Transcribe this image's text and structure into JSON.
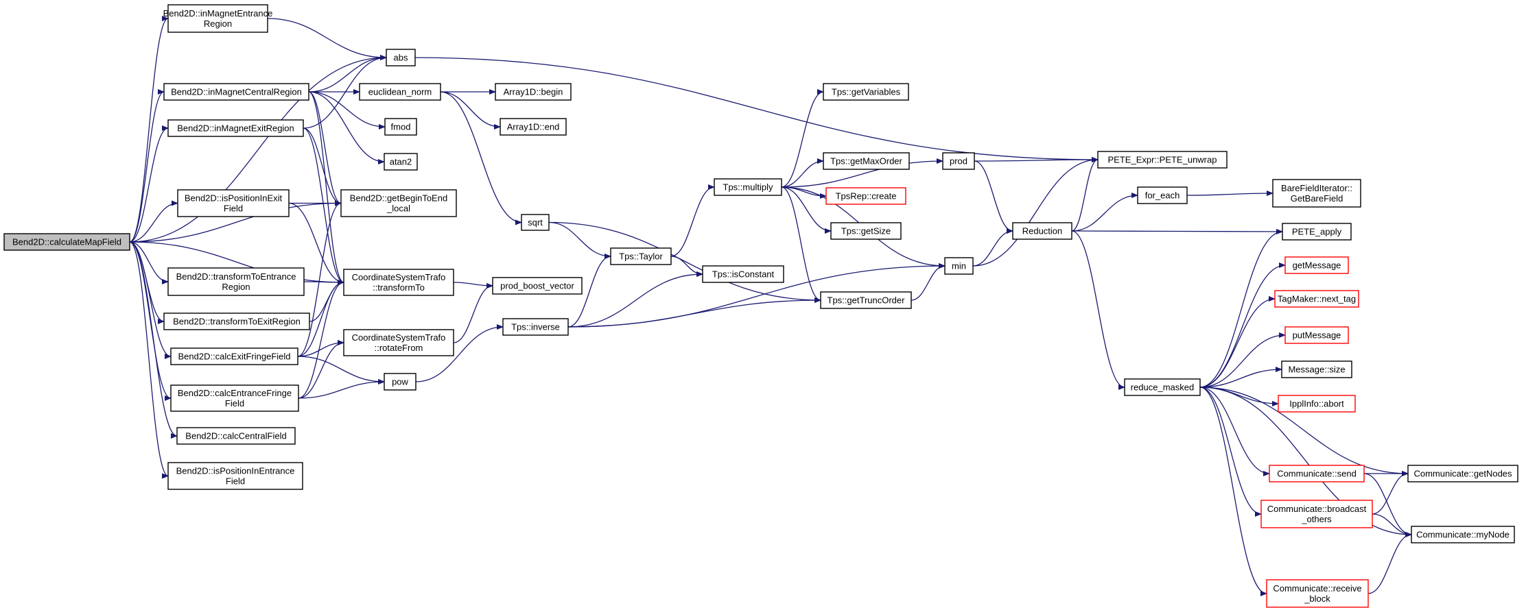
{
  "colors": {
    "edge": "#191970",
    "node_border": "#000000",
    "highlight_border": "#ff0000",
    "root_fill": "#bfbfbf",
    "node_fill": "#ffffff"
  },
  "nodes": [
    {
      "id": "calculateMapField",
      "lines": [
        "Bend2D::calculateMapField"
      ],
      "root": true
    },
    {
      "id": "inMagnetEntranceRegion",
      "lines": [
        "Bend2D::inMagnetEntrance",
        "Region"
      ]
    },
    {
      "id": "inMagnetCentralRegion",
      "lines": [
        "Bend2D::inMagnetCentralRegion"
      ]
    },
    {
      "id": "inMagnetExitRegion",
      "lines": [
        "Bend2D::inMagnetExitRegion"
      ]
    },
    {
      "id": "isPositionInExitField",
      "lines": [
        "Bend2D::isPositionInExit",
        "Field"
      ]
    },
    {
      "id": "transformToEntranceRegion",
      "lines": [
        "Bend2D::transformToEntrance",
        "Region"
      ]
    },
    {
      "id": "transformToExitRegion",
      "lines": [
        "Bend2D::transformToExitRegion"
      ]
    },
    {
      "id": "calcExitFringeField",
      "lines": [
        "Bend2D::calcExitFringeField"
      ]
    },
    {
      "id": "calcEntranceFringeField",
      "lines": [
        "Bend2D::calcEntranceFringe",
        "Field"
      ]
    },
    {
      "id": "calcCentralField",
      "lines": [
        "Bend2D::calcCentralField"
      ]
    },
    {
      "id": "isPositionInEntranceField",
      "lines": [
        "Bend2D::isPositionInEntrance",
        "Field"
      ]
    },
    {
      "id": "abs",
      "lines": [
        "abs"
      ]
    },
    {
      "id": "euclidean_norm",
      "lines": [
        "euclidean_norm"
      ]
    },
    {
      "id": "fmod",
      "lines": [
        "fmod"
      ]
    },
    {
      "id": "atan2",
      "lines": [
        "atan2"
      ]
    },
    {
      "id": "getBeginToEnd_local",
      "lines": [
        "Bend2D::getBeginToEnd",
        "_local"
      ]
    },
    {
      "id": "transformTo",
      "lines": [
        "CoordinateSystemTrafo",
        "::transformTo"
      ]
    },
    {
      "id": "rotateFrom",
      "lines": [
        "CoordinateSystemTrafo",
        "::rotateFrom"
      ]
    },
    {
      "id": "pow",
      "lines": [
        "pow"
      ]
    },
    {
      "id": "prod_boost_vector",
      "lines": [
        "prod_boost_vector"
      ]
    },
    {
      "id": "Array1D_begin",
      "lines": [
        "Array1D::begin"
      ]
    },
    {
      "id": "Array1D_end",
      "lines": [
        "Array1D::end"
      ]
    },
    {
      "id": "sqrt",
      "lines": [
        "sqrt"
      ]
    },
    {
      "id": "Tps_Taylor",
      "lines": [
        "Tps::Taylor"
      ]
    },
    {
      "id": "Tps_inverse",
      "lines": [
        "Tps::inverse"
      ]
    },
    {
      "id": "Tps_multiply",
      "lines": [
        "Tps::multiply"
      ]
    },
    {
      "id": "Tps_isConstant",
      "lines": [
        "Tps::isConstant"
      ]
    },
    {
      "id": "Tps_getVariables",
      "lines": [
        "Tps::getVariables"
      ]
    },
    {
      "id": "Tps_getMaxOrder",
      "lines": [
        "Tps::getMaxOrder"
      ]
    },
    {
      "id": "TpsRep_create",
      "lines": [
        "TpsRep::create"
      ],
      "highlight": true
    },
    {
      "id": "Tps_getSize",
      "lines": [
        "Tps::getSize"
      ]
    },
    {
      "id": "Tps_getTruncOrder",
      "lines": [
        "Tps::getTruncOrder"
      ]
    },
    {
      "id": "prod",
      "lines": [
        "prod"
      ]
    },
    {
      "id": "min",
      "lines": [
        "min"
      ]
    },
    {
      "id": "Reduction",
      "lines": [
        "Reduction"
      ]
    },
    {
      "id": "PETE_unwrap",
      "lines": [
        "PETE_Expr::PETE_unwrap"
      ]
    },
    {
      "id": "for_each",
      "lines": [
        "for_each"
      ]
    },
    {
      "id": "GetBareField",
      "lines": [
        "BareFieldIterator::",
        "GetBareField"
      ]
    },
    {
      "id": "PETE_apply",
      "lines": [
        "PETE_apply"
      ]
    },
    {
      "id": "reduce_masked",
      "lines": [
        "reduce_masked"
      ]
    },
    {
      "id": "getMessage",
      "lines": [
        "getMessage"
      ],
      "highlight": true
    },
    {
      "id": "next_tag",
      "lines": [
        "TagMaker::next_tag"
      ],
      "highlight": true
    },
    {
      "id": "putMessage",
      "lines": [
        "putMessage"
      ],
      "highlight": true
    },
    {
      "id": "Message_size",
      "lines": [
        "Message::size"
      ]
    },
    {
      "id": "IpplInfo_abort",
      "lines": [
        "IpplInfo::abort"
      ],
      "highlight": true
    },
    {
      "id": "Communicate_send",
      "lines": [
        "Communicate::send"
      ],
      "highlight": true
    },
    {
      "id": "broadcast_others",
      "lines": [
        "Communicate::broadcast",
        "_others"
      ],
      "highlight": true
    },
    {
      "id": "receive_block",
      "lines": [
        "Communicate::receive",
        "_block"
      ],
      "highlight": true
    },
    {
      "id": "getNodes",
      "lines": [
        "Communicate::getNodes"
      ]
    },
    {
      "id": "myNode",
      "lines": [
        "Communicate::myNode"
      ]
    }
  ],
  "edges": [
    [
      "calculateMapField",
      "inMagnetEntranceRegion"
    ],
    [
      "calculateMapField",
      "abs"
    ],
    [
      "calculateMapField",
      "inMagnetCentralRegion"
    ],
    [
      "calculateMapField",
      "inMagnetExitRegion"
    ],
    [
      "calculateMapField",
      "getBeginToEnd_local"
    ],
    [
      "calculateMapField",
      "isPositionInExitField"
    ],
    [
      "calculateMapField",
      "transformTo"
    ],
    [
      "calculateMapField",
      "transformToEntranceRegion"
    ],
    [
      "calculateMapField",
      "transformToExitRegion"
    ],
    [
      "calculateMapField",
      "calcExitFringeField"
    ],
    [
      "calculateMapField",
      "calcEntranceFringeField"
    ],
    [
      "calculateMapField",
      "calcCentralField"
    ],
    [
      "calculateMapField",
      "isPositionInEntranceField"
    ],
    [
      "inMagnetEntranceRegion",
      "abs"
    ],
    [
      "inMagnetCentralRegion",
      "abs"
    ],
    [
      "inMagnetCentralRegion",
      "euclidean_norm"
    ],
    [
      "inMagnetCentralRegion",
      "fmod"
    ],
    [
      "inMagnetCentralRegion",
      "atan2"
    ],
    [
      "inMagnetCentralRegion",
      "getBeginToEnd_local"
    ],
    [
      "inMagnetCentralRegion",
      "transformTo"
    ],
    [
      "inMagnetExitRegion",
      "abs"
    ],
    [
      "inMagnetExitRegion",
      "getBeginToEnd_local"
    ],
    [
      "inMagnetExitRegion",
      "transformTo"
    ],
    [
      "isPositionInExitField",
      "getBeginToEnd_local"
    ],
    [
      "isPositionInExitField",
      "transformTo"
    ],
    [
      "transformToEntranceRegion",
      "transformTo"
    ],
    [
      "transformToExitRegion",
      "transformTo"
    ],
    [
      "calcExitFringeField",
      "getBeginToEnd_local"
    ],
    [
      "calcExitFringeField",
      "transformTo"
    ],
    [
      "calcExitFringeField",
      "rotateFrom"
    ],
    [
      "calcExitFringeField",
      "pow"
    ],
    [
      "calcEntranceFringeField",
      "transformTo"
    ],
    [
      "calcEntranceFringeField",
      "rotateFrom"
    ],
    [
      "calcEntranceFringeField",
      "pow"
    ],
    [
      "abs",
      "PETE_unwrap"
    ],
    [
      "euclidean_norm",
      "Array1D_begin"
    ],
    [
      "euclidean_norm",
      "Array1D_end"
    ],
    [
      "euclidean_norm",
      "sqrt"
    ],
    [
      "transformTo",
      "prod_boost_vector"
    ],
    [
      "rotateFrom",
      "prod_boost_vector"
    ],
    [
      "pow",
      "Tps_inverse"
    ],
    [
      "sqrt",
      "Tps_Taylor"
    ],
    [
      "sqrt",
      "Tps_getTruncOrder"
    ],
    [
      "Tps_inverse",
      "Tps_Taylor"
    ],
    [
      "Tps_inverse",
      "Tps_isConstant"
    ],
    [
      "Tps_inverse",
      "Tps_getTruncOrder"
    ],
    [
      "Tps_inverse",
      "min"
    ],
    [
      "Tps_Taylor",
      "Tps_multiply"
    ],
    [
      "Tps_Taylor",
      "Tps_isConstant"
    ],
    [
      "Tps_multiply",
      "Tps_getVariables"
    ],
    [
      "Tps_multiply",
      "prod"
    ],
    [
      "Tps_multiply",
      "Tps_getMaxOrder"
    ],
    [
      "Tps_multiply",
      "TpsRep_create"
    ],
    [
      "Tps_multiply",
      "Tps_getSize"
    ],
    [
      "Tps_multiply",
      "Tps_getTruncOrder"
    ],
    [
      "Tps_multiply",
      "min"
    ],
    [
      "Tps_getTruncOrder",
      "min"
    ],
    [
      "prod",
      "PETE_unwrap"
    ],
    [
      "prod",
      "Reduction"
    ],
    [
      "min",
      "PETE_unwrap"
    ],
    [
      "min",
      "Reduction"
    ],
    [
      "Reduction",
      "PETE_unwrap"
    ],
    [
      "Reduction",
      "for_each"
    ],
    [
      "Reduction",
      "PETE_apply"
    ],
    [
      "Reduction",
      "reduce_masked"
    ],
    [
      "for_each",
      "GetBareField"
    ],
    [
      "reduce_masked",
      "PETE_apply"
    ],
    [
      "reduce_masked",
      "getMessage"
    ],
    [
      "reduce_masked",
      "next_tag"
    ],
    [
      "reduce_masked",
      "putMessage"
    ],
    [
      "reduce_masked",
      "Message_size"
    ],
    [
      "reduce_masked",
      "IpplInfo_abort"
    ],
    [
      "reduce_masked",
      "Communicate_send"
    ],
    [
      "reduce_masked",
      "getNodes"
    ],
    [
      "reduce_masked",
      "broadcast_others"
    ],
    [
      "reduce_masked",
      "myNode"
    ],
    [
      "reduce_masked",
      "receive_block"
    ],
    [
      "Communicate_send",
      "getNodes"
    ],
    [
      "Communicate_send",
      "myNode"
    ],
    [
      "broadcast_others",
      "getNodes"
    ],
    [
      "broadcast_others",
      "myNode"
    ],
    [
      "receive_block",
      "myNode"
    ]
  ]
}
